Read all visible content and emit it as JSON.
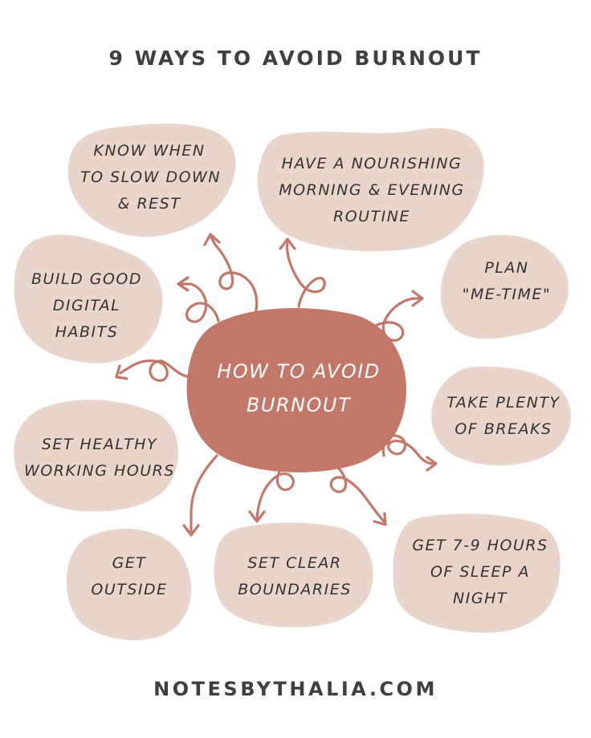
{
  "title": "9 WAYS TO AVOID BURNOUT",
  "center": [
    "HOW TO AVOID",
    "BURNOUT"
  ],
  "tips": [
    {
      "lines": [
        "KNOW WHEN",
        "TO SLOW DOWN",
        "& REST"
      ]
    },
    {
      "lines": [
        "HAVE A NOURISHING",
        "MORNING & EVENING",
        "ROUTINE"
      ]
    },
    {
      "lines": [
        "BUILD GOOD",
        "DIGITAL",
        "HABITS"
      ]
    },
    {
      "lines": [
        "PLAN",
        "\"ME-TIME\""
      ]
    },
    {
      "lines": [
        "TAKE PLENTY",
        "OF BREAKS"
      ]
    },
    {
      "lines": [
        "SET HEALTHY",
        "WORKING HOURS"
      ]
    },
    {
      "lines": [
        "GET",
        "OUTSIDE"
      ]
    },
    {
      "lines": [
        "SET CLEAR",
        "BOUNDARIES"
      ]
    },
    {
      "lines": [
        "GET 7-9 HOURS",
        "OF SLEEP A",
        "NIGHT"
      ]
    }
  ],
  "footer": "NOTESBYTHALIA.COM",
  "colors": {
    "blob": "#ead5cb",
    "hub": "#c27769",
    "text": "#333333",
    "heading": "#3f3f3f"
  }
}
